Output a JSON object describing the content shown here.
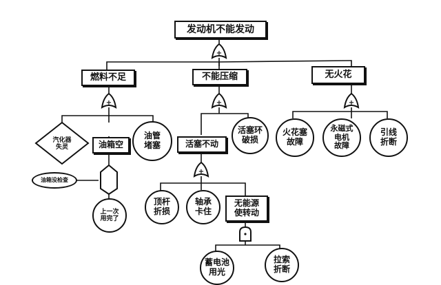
{
  "diagram": {
    "type": "fault-tree",
    "top_event": {
      "id": "top",
      "label": "发动机不能发动",
      "shape": "rectangle",
      "gate": "OR"
    },
    "nodes": [
      {
        "id": "fuel",
        "label": "燃料不足",
        "shape": "rectangle",
        "gate": "OR",
        "parent": "top"
      },
      {
        "id": "compress",
        "label": "不能压缩",
        "shape": "rectangle",
        "gate": "OR",
        "parent": "top"
      },
      {
        "id": "spark",
        "label": "无火花",
        "shape": "rectangle",
        "gate": "OR",
        "parent": "top"
      },
      {
        "id": "carb",
        "label": "汽化器\n失灵",
        "shape": "diamond",
        "parent": "fuel"
      },
      {
        "id": "tank",
        "label": "油箱空",
        "shape": "rectangle",
        "gate": "INHIBIT",
        "parent": "fuel"
      },
      {
        "id": "pipe",
        "label": "油管\n堵塞",
        "shape": "circle",
        "parent": "fuel"
      },
      {
        "id": "tank_cond",
        "label": "油箱没检查",
        "shape": "ellipse",
        "role": "condition",
        "parent": "tank"
      },
      {
        "id": "used_up",
        "label": "上一次\n用完了",
        "shape": "circle",
        "parent": "tank"
      },
      {
        "id": "piston",
        "label": "活塞不动",
        "shape": "rectangle",
        "gate": "OR",
        "parent": "compress"
      },
      {
        "id": "ring",
        "label": "活塞环\n破损",
        "shape": "circle",
        "parent": "compress"
      },
      {
        "id": "rod",
        "label": "顶杆\n折损",
        "shape": "circle",
        "parent": "piston"
      },
      {
        "id": "bearing",
        "label": "轴承\n卡住",
        "shape": "circle",
        "parent": "piston"
      },
      {
        "id": "nopower",
        "label": "无能源\n使转动",
        "shape": "rectangle",
        "gate": "AND",
        "parent": "piston"
      },
      {
        "id": "battery",
        "label": "蓄电池\n用光",
        "shape": "circle",
        "parent": "nopower"
      },
      {
        "id": "cord",
        "label": "拉索\n折断",
        "shape": "circle",
        "parent": "nopower"
      },
      {
        "id": "plug",
        "label": "火花塞\n故障",
        "shape": "circle",
        "parent": "spark"
      },
      {
        "id": "magneto",
        "label": "永磁式\n电机\n故障",
        "shape": "circle",
        "parent": "spark"
      },
      {
        "id": "wire",
        "label": "引线\n折断",
        "shape": "circle",
        "parent": "spark"
      }
    ],
    "gate_symbols": {
      "OR": "+",
      "AND": "•",
      "INHIBIT": ""
    },
    "colors": {
      "line": "#111111",
      "background": "#ffffff"
    }
  }
}
